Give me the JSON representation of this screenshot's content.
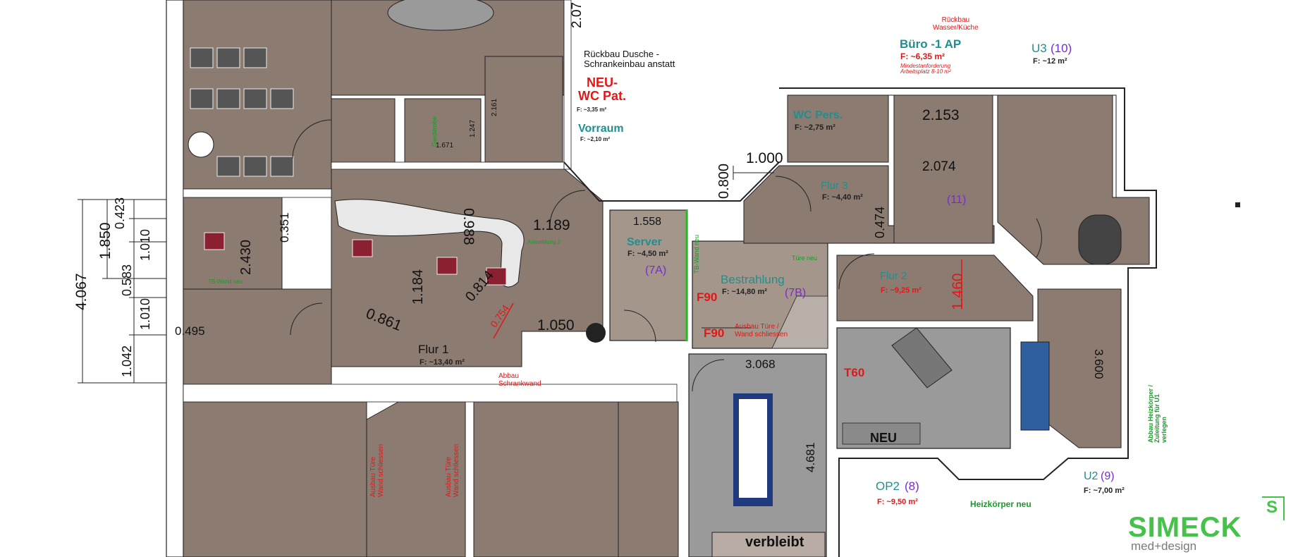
{
  "rooms": {
    "wc_pat": {
      "name": "NEU-\nWC Pat.",
      "area": "F: ~3,35 m²",
      "note": "Rückbau Dusche -\nSchrankeinbau anstatt"
    },
    "vorraum": {
      "name": "Vorraum",
      "area": "F: ~2,10 m²"
    },
    "garderobe": {
      "name": "Garderobe"
    },
    "wc_pers": {
      "name": "WC Pers.",
      "area": "F: ~2,75 m²"
    },
    "buero": {
      "name": "Büro -1 AP",
      "area": "F: ~6,35 m²",
      "note": "Mindestanforderung\nArbeitsplatz 8-10 m²",
      "top_note": "Rückbau\nWasser/Küche"
    },
    "u3": {
      "name": "U3",
      "num": "(10)",
      "area": "F: ~12 m²"
    },
    "flur3": {
      "name": "Flur 3",
      "area": "F: ~4,40 m²"
    },
    "room11": {
      "num": "(11)"
    },
    "server": {
      "name": "Server",
      "area": "F: ~4,50 m²",
      "num": "(7A)"
    },
    "bestrahlung": {
      "name": "Bestrahlung",
      "area": "F: ~14,80 m²",
      "num": "(7B)",
      "door_note": "Türe neu",
      "wall_note": "TB-Wand neu"
    },
    "flur2": {
      "name": "Flur 2",
      "area": "F: ~9,25 m²"
    },
    "flur1": {
      "name": "Flur 1",
      "area": "F: ~13,40 m²"
    },
    "anmeldung": {
      "name": "Anmeldung 2"
    },
    "op2": {
      "name": "OP2",
      "num": "(8)",
      "area": "F: ~9,50 m²"
    },
    "u2": {
      "name": "U2",
      "num": "(9)",
      "area": "F: ~7,00 m²"
    }
  },
  "notes": {
    "f90_a": "F90",
    "f90_b": "F90",
    "ausbau_tuere": "Ausbau Türe /\nWand schliessen",
    "abbau_schrankwand": "Abbau\nSchrankwand",
    "t60": "T60",
    "neu": "NEU",
    "heizkoerper_neu": "Heizkörper neu",
    "abbau_heizkoerper": "Abbau Heizkörper /\nZuleitung für U1\nverlegen",
    "ausbau_tuere_left": "Ausbau Türe\nWand schliessen",
    "ausbau_tuere_left2": "Ausbau Türe\nWand schliessen",
    "verbleibt": "verbleibt",
    "tb_wand_left": "TB-Wand neu"
  },
  "dimensions": {
    "d4067": "4.067",
    "d1850": "1.850",
    "d0423": "0.423",
    "d1010a": "1.010",
    "d0583": "0.583",
    "d1010b": "1.010",
    "d1042": "1.042",
    "d2430": "2.430",
    "d0351": "0.351",
    "d0495": "0.495",
    "d0861": "0.861",
    "d1184": "1.184",
    "d0988": "0.988",
    "d1189": "1.189",
    "d1050": "1.050",
    "d0754": "0.754",
    "d0814": "0.814",
    "d1558": "1.558",
    "d1000": "1.000",
    "d0800": "0.800",
    "d2153": "2.153",
    "d2074": "2.074",
    "d0474": "0.474",
    "d1460": "1.460",
    "d3068": "3.068",
    "d4681": "4.681",
    "d3600": "3.600",
    "d207": "2.07",
    "d1671": "1.671",
    "d1247": "1.247",
    "d2161": "2.161"
  },
  "logo": {
    "name": "SIMECK",
    "tagline": "med+design",
    "mark": "S"
  },
  "colors": {
    "floor": "#8c7b70",
    "grey_floor": "#9a9a9a",
    "wall": "#ffffff",
    "accent_green": "#3dbb3d",
    "logo_green": "#46c24a"
  }
}
